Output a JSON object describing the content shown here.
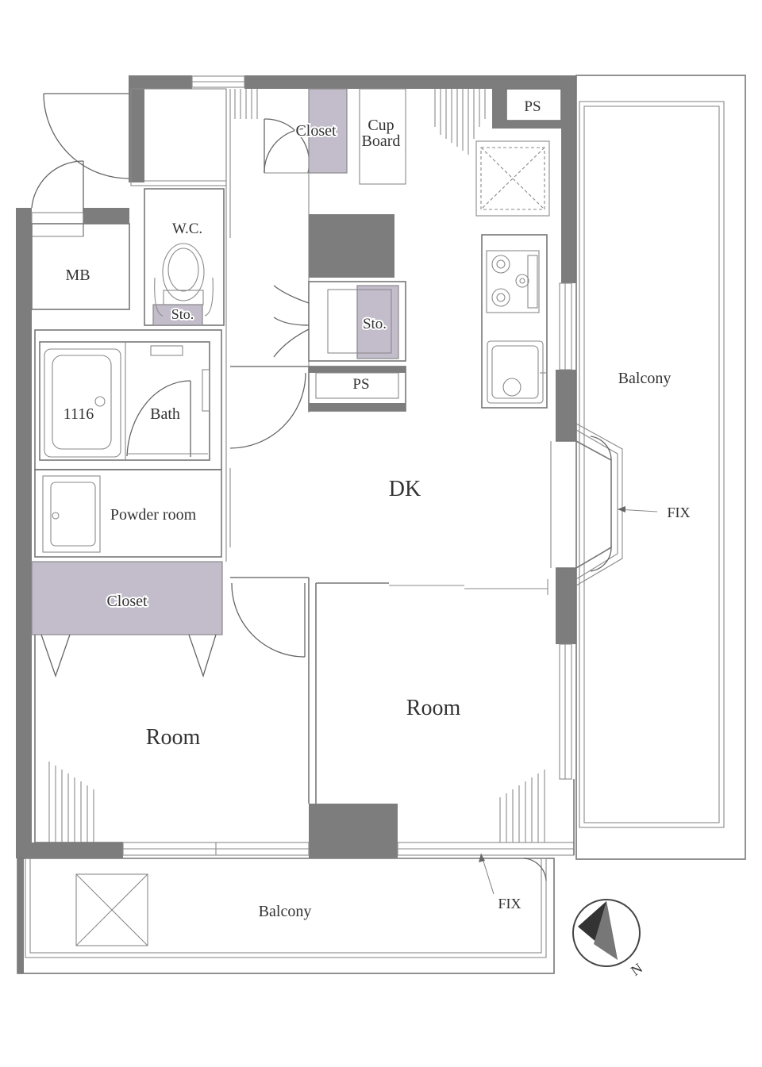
{
  "colors": {
    "wall": "#7d7d7d",
    "storage_fill": "#c2bccb",
    "line": "#777777",
    "text": "#333333",
    "background": "#ffffff"
  },
  "labels": {
    "ps_top": "PS",
    "closet_top": "Closet",
    "cupboard_1": "Cup",
    "cupboard_2": "Board",
    "wc": "W.C.",
    "mb": "MB",
    "sto_wc": "Sto.",
    "sto_kitchen": "Sto.",
    "ps_mid": "PS",
    "bath_number": "1116",
    "bath": "Bath",
    "powder_room": "Powder room",
    "closet_left": "Closet",
    "dk": "DK",
    "balcony_right": "Balcony",
    "fix_right": "FIX",
    "room_left": "Room",
    "room_right": "Room",
    "balcony_bottom": "Balcony",
    "fix_bottom": "FIX",
    "compass_n": "N"
  },
  "icons": [
    "compass-north-icon",
    "stove-icon",
    "sink-icon",
    "bathtub-icon",
    "toilet-icon",
    "washbasin-icon"
  ]
}
